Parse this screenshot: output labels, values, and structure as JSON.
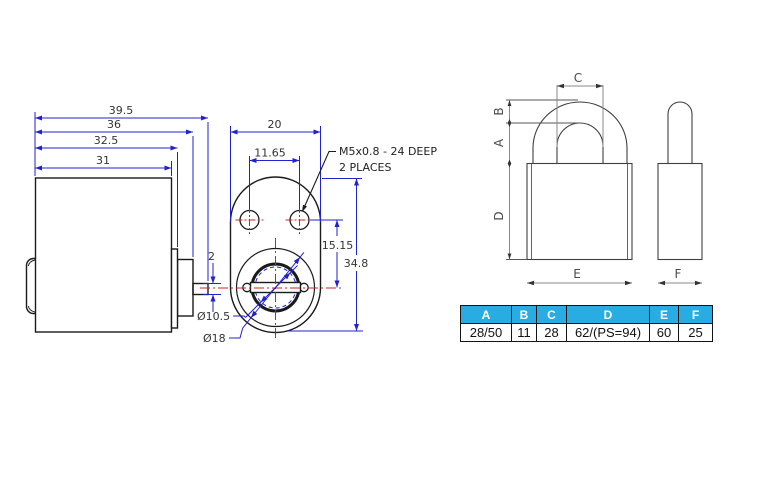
{
  "left_side_view": {
    "dim_overall_length": "39.5",
    "dim_to_shaft_base": "36",
    "dim_to_flange": "32.5",
    "dim_body_length": "31"
  },
  "front_view": {
    "dim_width": "20",
    "dim_hole_spacing": "11.65",
    "thread_note_line1": "M5x0.8 - 24 DEEP",
    "thread_note_line2": "2 PLACES",
    "dim_hole_to_center": "15.15",
    "dim_total_height": "34.8",
    "dim_keyway_height": "2",
    "dia_cylinder": "Ø10.5",
    "dia_boss": "Ø18"
  },
  "padlock_figure": {
    "label_a": "A",
    "label_b": "B",
    "label_c": "C",
    "label_d": "D",
    "label_e": "E",
    "label_f": "F"
  },
  "spec_table": {
    "headers": [
      "A",
      "B",
      "C",
      "D",
      "E",
      "F"
    ],
    "values": [
      "28/50",
      "11",
      "28",
      "62/(PS=94)",
      "60",
      "25"
    ],
    "header_bg": "#29ace2",
    "header_text_color": "#ffffff"
  },
  "colors": {
    "dimension_blue": "#2222cc",
    "centerline_red": "#cc2222",
    "outline_black": "#1a1a1a",
    "padlock_gray": "#3f3f3f"
  }
}
